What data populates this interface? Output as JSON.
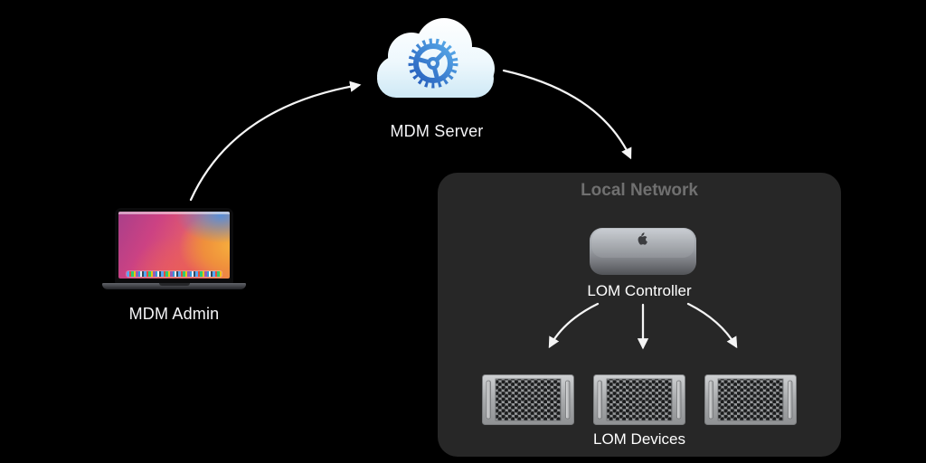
{
  "diagram": {
    "nodes": {
      "mdm_admin": {
        "label": "MDM Admin"
      },
      "mdm_server": {
        "label": "MDM Server"
      },
      "local_network": {
        "title": "Local Network"
      },
      "lom_controller": {
        "label": "LOM Controller"
      },
      "lom_devices": {
        "label": "LOM Devices",
        "count": 3
      }
    },
    "icons": {
      "mdm_admin": "macbook-laptop-illustration",
      "mdm_server": "cloud-with-gear-icon",
      "lom_controller": "mac-mini-illustration",
      "lom_devices": "mac-pro-rack-illustration"
    },
    "connections": [
      {
        "from": "MDM Admin",
        "to": "MDM Server",
        "type": "curved-arrow"
      },
      {
        "from": "MDM Server",
        "to": "Local Network",
        "type": "curved-arrow"
      },
      {
        "from": "LOM Controller",
        "to": "LOM Device 1",
        "type": "curved-arrow"
      },
      {
        "from": "LOM Controller",
        "to": "LOM Device 2",
        "type": "straight-arrow"
      },
      {
        "from": "LOM Controller",
        "to": "LOM Device 3",
        "type": "curved-arrow"
      }
    ],
    "colors": {
      "background": "#000000",
      "panel_background": "#272727",
      "panel_title_text": "#707070",
      "label_text": "#f5f5f7",
      "arrow": "#f5f5f5",
      "cloud_fill_top": "#ffffff",
      "cloud_fill_bottom": "#cde8f5",
      "gear_gradient_start": "#2157b8",
      "gear_gradient_end": "#5fb3ee"
    }
  }
}
